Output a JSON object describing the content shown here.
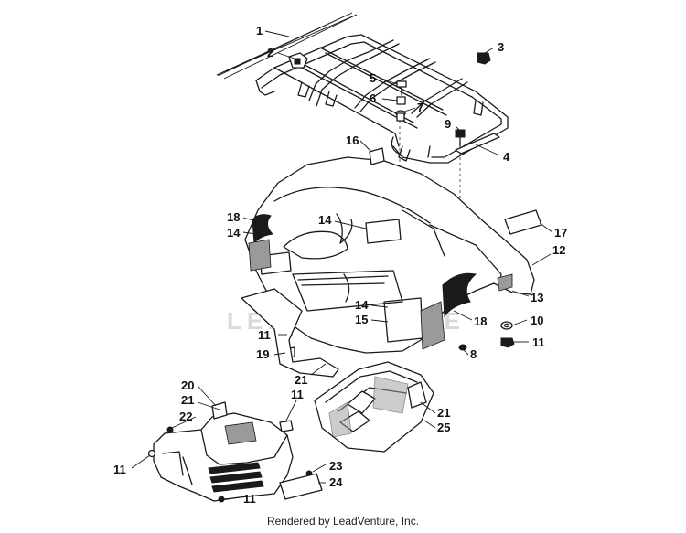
{
  "footer": {
    "credit": "Rendered by LeadVenture, Inc."
  },
  "watermark": {
    "text": "LEADVENTURE"
  },
  "callouts": [
    "1",
    "2",
    "3",
    "4",
    "5",
    "6",
    "7",
    "8",
    "9",
    "10",
    "11",
    "12",
    "13",
    "14",
    "15",
    "16",
    "17",
    "18",
    "19",
    "20",
    "21",
    "22",
    "23",
    "24",
    "25"
  ],
  "colors": {
    "line": "#1a1a1a",
    "background": "#ffffff"
  }
}
